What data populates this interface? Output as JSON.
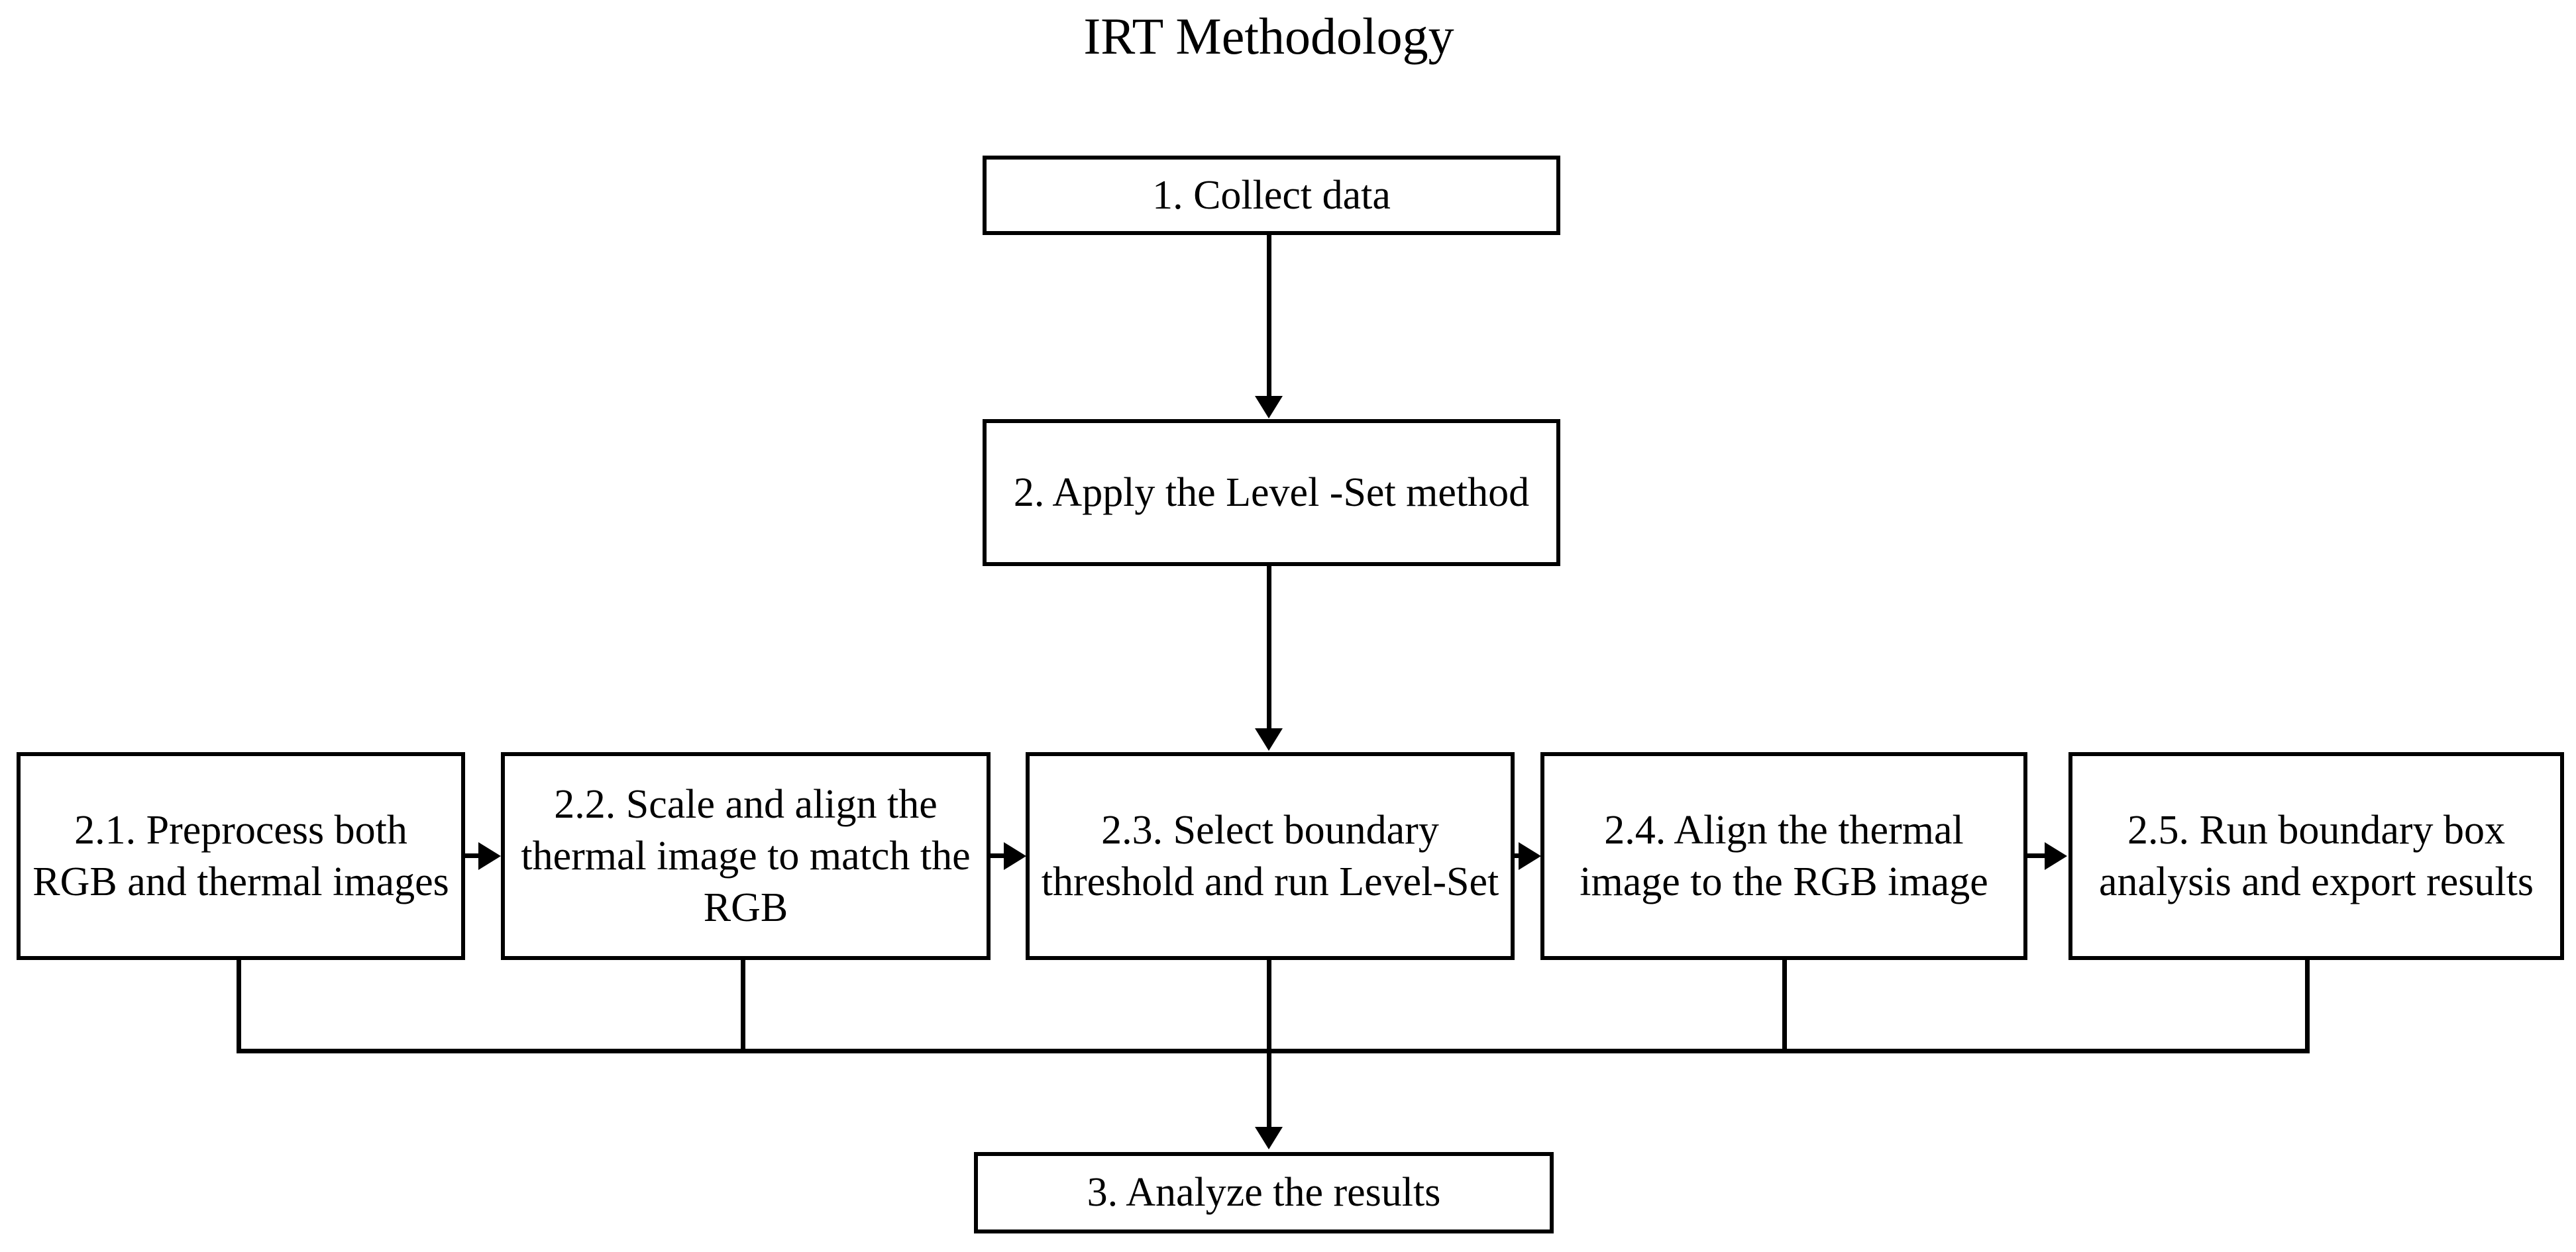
{
  "chart_data": {
    "type": "diagram",
    "title": "IRT Methodology",
    "orientation": "top-down flowchart with a horizontal sub-step row",
    "nodes": [
      {
        "id": "n1",
        "label": "1. Collect data"
      },
      {
        "id": "n2",
        "label": "2. Apply the Level -Set method"
      },
      {
        "id": "n21",
        "label": "2.1. Preprocess both RGB and thermal images"
      },
      {
        "id": "n22",
        "label": "2.2. Scale and align the thermal image to match the RGB"
      },
      {
        "id": "n23",
        "label": "2.3. Select boundary threshold and run Level-Set"
      },
      {
        "id": "n24",
        "label": "2.4. Align the thermal image to the RGB image"
      },
      {
        "id": "n25",
        "label": "2.5. Run boundary box analysis and export results"
      },
      {
        "id": "n3",
        "label": "3. Analyze the results"
      }
    ],
    "edges": [
      {
        "from": "n1",
        "to": "n2",
        "style": "arrow-down"
      },
      {
        "from": "n2",
        "to": "n23",
        "style": "arrow-down"
      },
      {
        "from": "n21",
        "to": "n22",
        "style": "arrow-right"
      },
      {
        "from": "n22",
        "to": "n23",
        "style": "arrow-right"
      },
      {
        "from": "n23",
        "to": "n24",
        "style": "arrow-right"
      },
      {
        "from": "n24",
        "to": "n25",
        "style": "arrow-right"
      },
      {
        "from": "n21",
        "to": "bus",
        "style": "line-down"
      },
      {
        "from": "n22",
        "to": "bus",
        "style": "line-down"
      },
      {
        "from": "n24",
        "to": "bus",
        "style": "line-down"
      },
      {
        "from": "n25",
        "to": "bus",
        "style": "line-down"
      },
      {
        "from": "bus",
        "to": "n3",
        "style": "arrow-down"
      }
    ],
    "colors": {
      "stroke": "#000000",
      "fill": "#ffffff",
      "text": "#000000"
    }
  },
  "diagram": {
    "title": "IRT Methodology",
    "step1": {
      "label": "1. Collect data"
    },
    "step2": {
      "label": "2. Apply the Level -Set method"
    },
    "substeps": [
      {
        "label": "2.1. Preprocess both RGB and thermal images"
      },
      {
        "label": "2.2. Scale and align the thermal image to match the RGB"
      },
      {
        "label": "2.3. Select boundary threshold and run Level-Set"
      },
      {
        "label": "2.4. Align the thermal image to the RGB image"
      },
      {
        "label": "2.5. Run boundary box analysis and export results"
      }
    ],
    "step3": {
      "label": "3. Analyze the results"
    }
  }
}
